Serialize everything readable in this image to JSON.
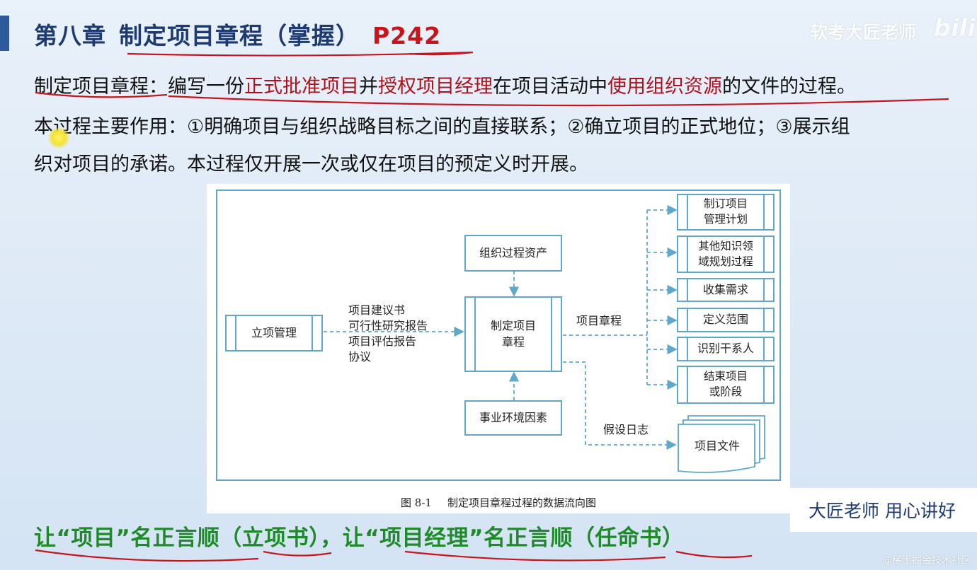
{
  "header": {
    "chapter": "第八章",
    "topic": "制定项目章程（掌握）",
    "page_ref": "P242"
  },
  "watermark": {
    "channel": "软考大匠老师",
    "logo": "bilibili"
  },
  "definition": {
    "term": "制定项目章程",
    "colon": "：编写一份",
    "hl1": "正式批准项目",
    "mid1": "并",
    "hl2": "授权项目经理",
    "mid2": "在项目活动中",
    "hl3": "使用组织资源",
    "end": "的文件的过程。"
  },
  "purpose": {
    "line1": "本过程主要作用：①明确项目与组织战略目标之间的直接联系；②确立项目的正式地位；③展示组",
    "line2": "织对项目的承诺。本过程仅开展一次或仅在项目的预定义时开展。"
  },
  "diagram": {
    "boxes": {
      "project_mgmt": "立项管理",
      "org_assets": "组织过程资产",
      "develop_charter": "制定项目\n章程",
      "enterprise_env": "事业环境因素",
      "out_plan": "制订项目\n管理计划",
      "out_other": "其他知识领\n域规划过程",
      "out_collect": "收集需求",
      "out_scope": "定义范围",
      "out_stakeholders": "识别干系人",
      "out_close": "结束项目\n或阶段",
      "project_docs": "项目文件"
    },
    "inputs": [
      "项目建议书",
      "可行性研究报告",
      "项目评估报告",
      "协议"
    ],
    "charter_label": "项目章程",
    "assumption_label": "假设日志",
    "caption_num": "图 8-1",
    "caption_text": "制定项目章程过程的数据流向图"
  },
  "banner": "大匠老师 用心讲好",
  "bottom": "让“项目”名正言顺（立项书），让“项目经理”名正言顺（任命书）",
  "footer_watermark": "@稀土掘金技术社区",
  "colors": {
    "title_blue": "#1e3a72",
    "accent_red": "#c8141c",
    "bottom_green": "#1f8a2a",
    "diagram_line": "#5fa8c9"
  }
}
